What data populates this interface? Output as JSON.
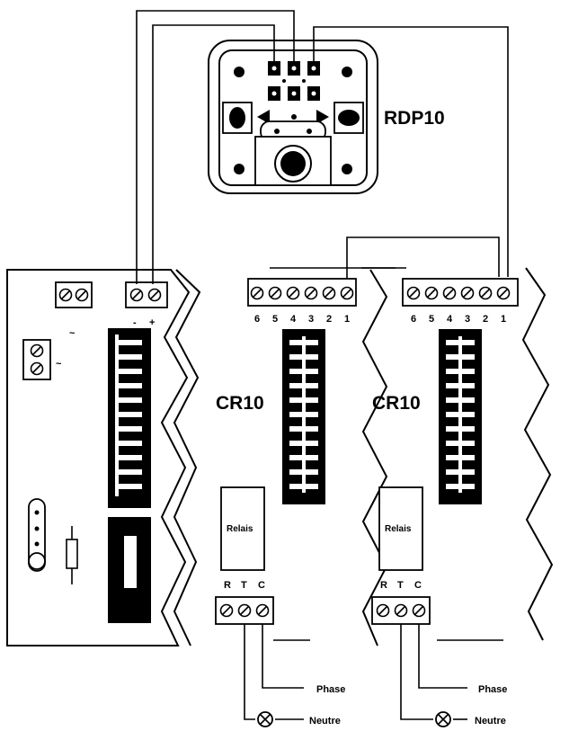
{
  "device": {
    "name": "RDP10"
  },
  "power": {
    "minus": "-",
    "plus": "+",
    "tilde_top": "~",
    "tilde_side": "~"
  },
  "modules": [
    {
      "title": "CR10",
      "terminals": [
        "6",
        "5",
        "4",
        "3",
        "2",
        "1"
      ],
      "relay": "Relais",
      "rtc": [
        "R",
        "T",
        "C"
      ],
      "phase": "Phase",
      "neutre": "Neutre"
    },
    {
      "title": "CR10",
      "terminals": [
        "6",
        "5",
        "4",
        "3",
        "2",
        "1"
      ],
      "relay": "Relais",
      "rtc": [
        "R",
        "T",
        "C"
      ],
      "phase": "Phase",
      "neutre": "Neutre"
    }
  ]
}
